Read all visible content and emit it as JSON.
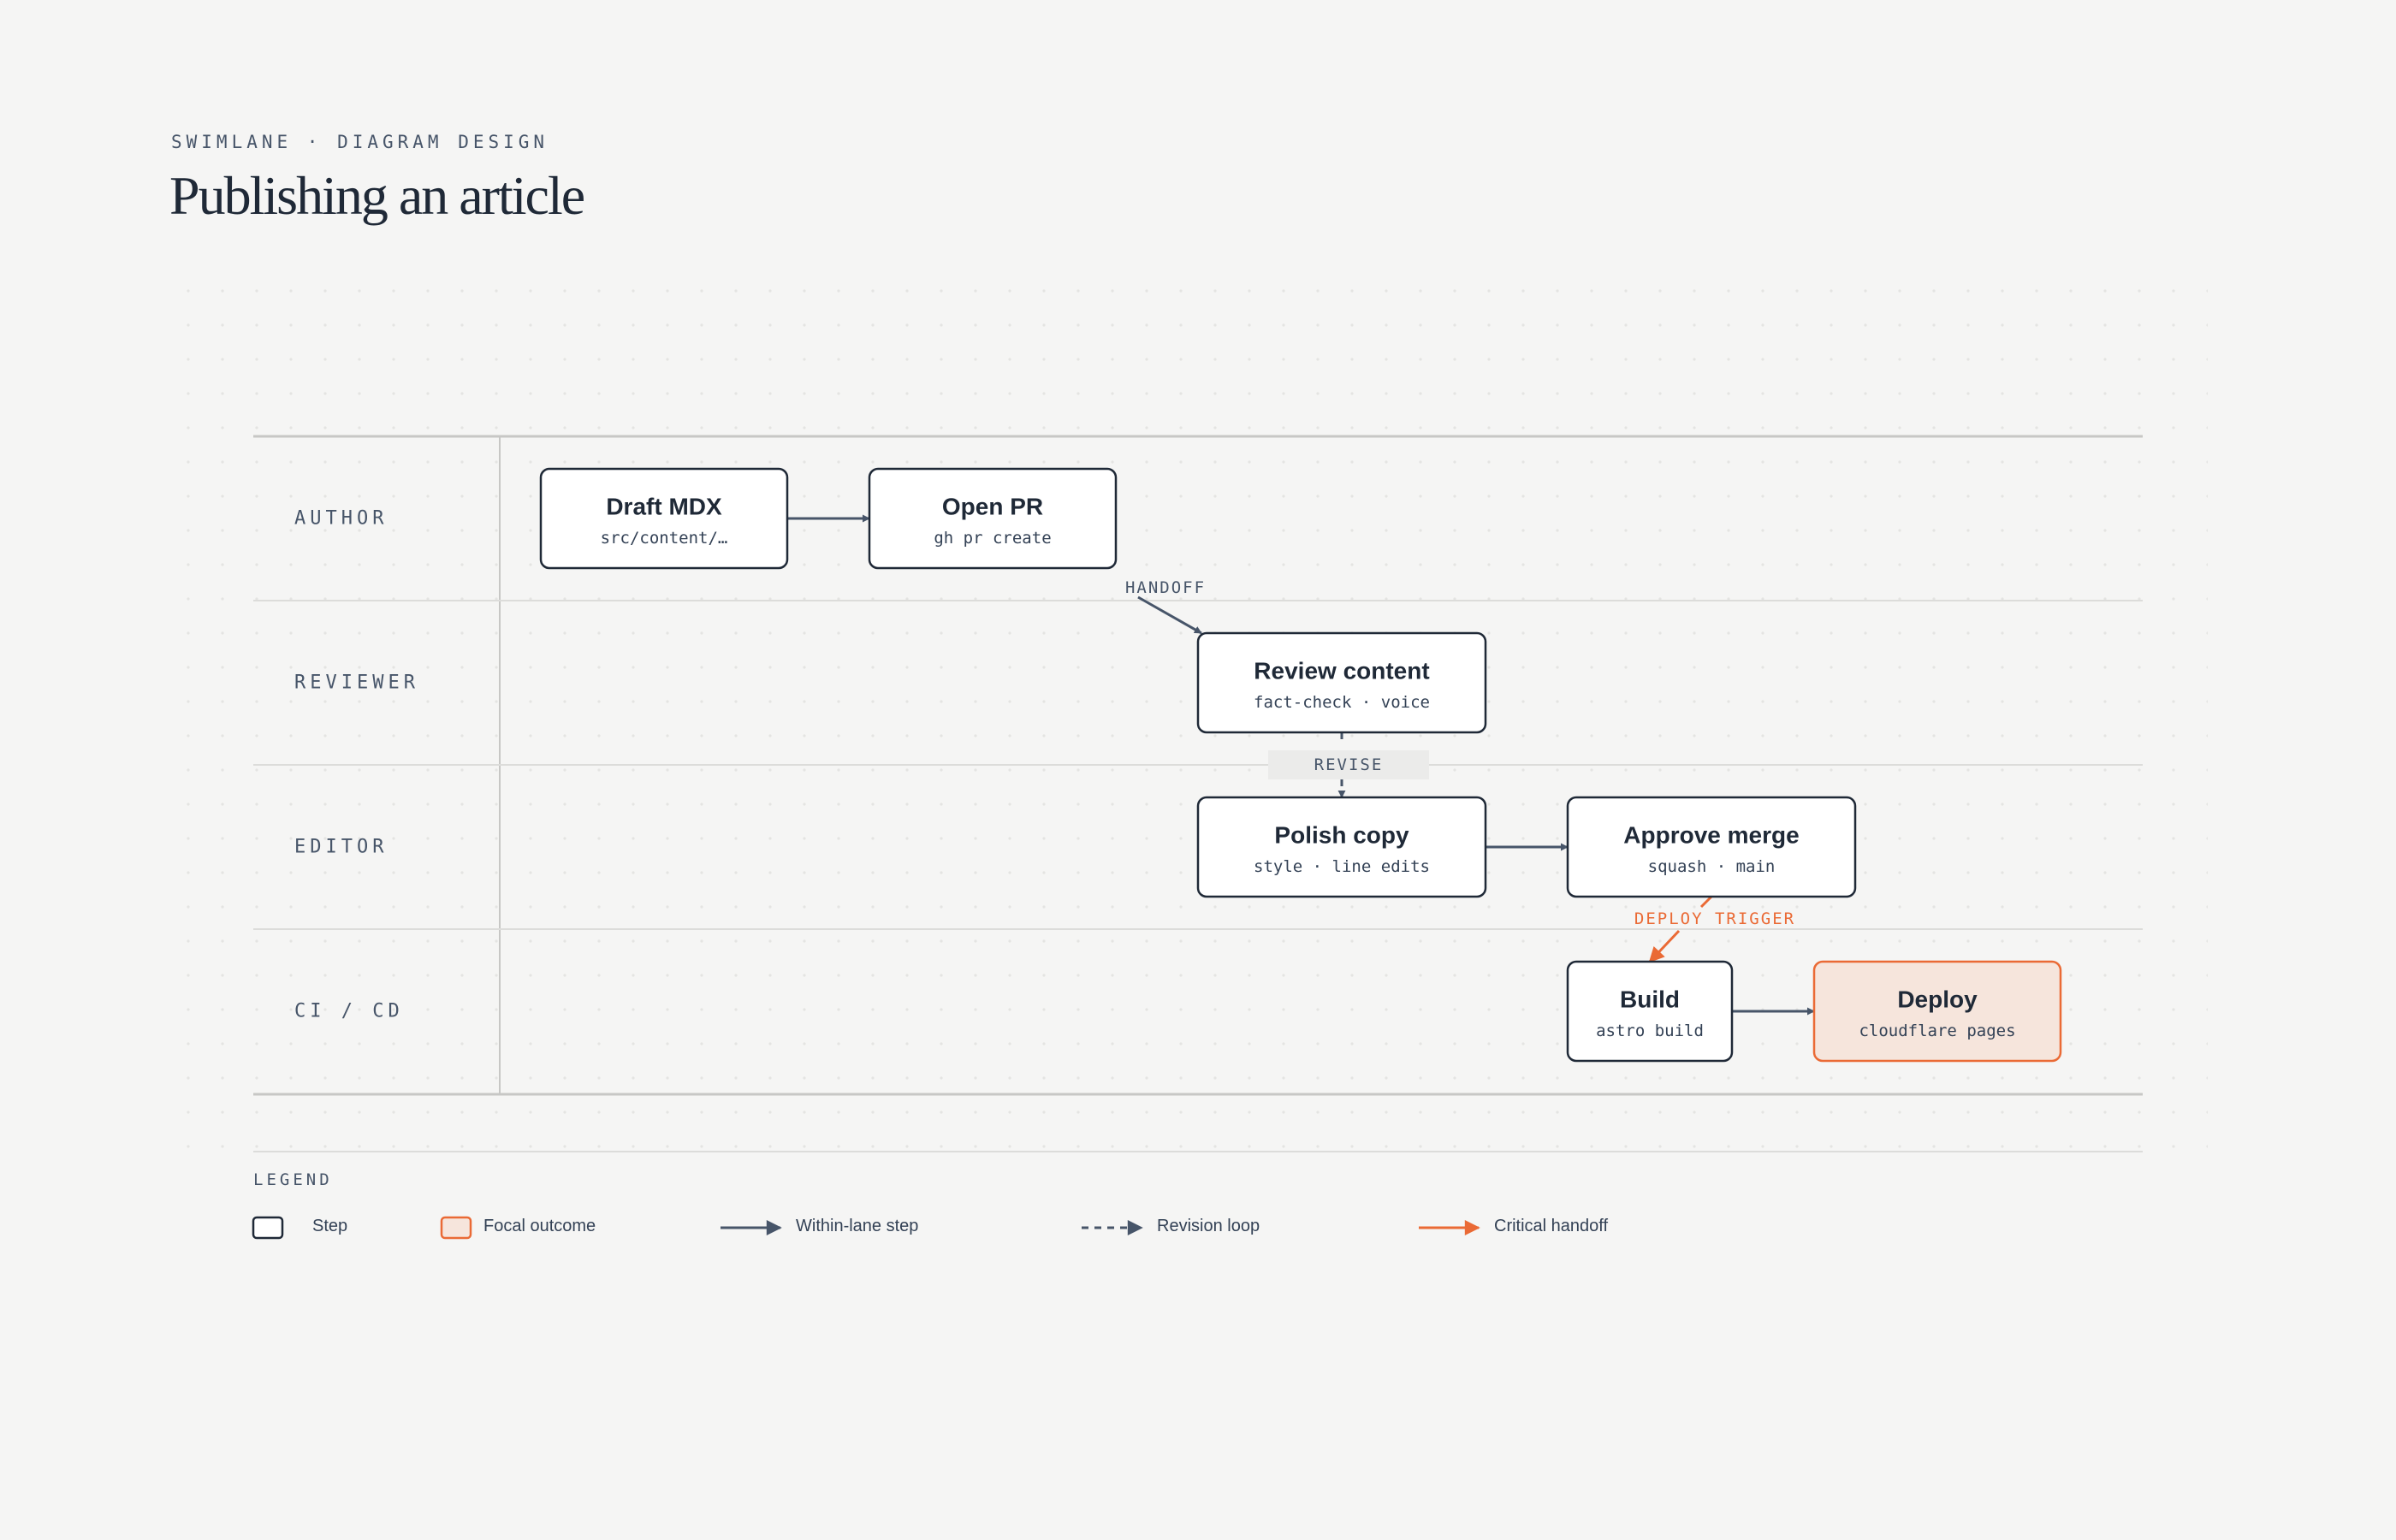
{
  "header": {
    "eyebrow": "SWIMLANE · DIAGRAM DESIGN",
    "title": "Publishing an article"
  },
  "lanes": [
    {
      "id": "author",
      "label": "AUTHOR"
    },
    {
      "id": "reviewer",
      "label": "REVIEWER"
    },
    {
      "id": "editor",
      "label": "EDITOR"
    },
    {
      "id": "cicd",
      "label": "CI / CD"
    }
  ],
  "nodes": [
    {
      "id": "draft",
      "lane": "author",
      "title": "Draft MDX",
      "subtitle": "src/content/…",
      "focal": false
    },
    {
      "id": "pr",
      "lane": "author",
      "title": "Open PR",
      "subtitle": "gh pr create",
      "focal": false
    },
    {
      "id": "review",
      "lane": "reviewer",
      "title": "Review content",
      "subtitle": "fact-check · voice",
      "focal": false
    },
    {
      "id": "polish",
      "lane": "editor",
      "title": "Polish copy",
      "subtitle": "style · line edits",
      "focal": false
    },
    {
      "id": "approve",
      "lane": "editor",
      "title": "Approve merge",
      "subtitle": "squash · main",
      "focal": false
    },
    {
      "id": "build",
      "lane": "cicd",
      "title": "Build",
      "subtitle": "astro build",
      "focal": false
    },
    {
      "id": "deploy",
      "lane": "cicd",
      "title": "Deploy",
      "subtitle": "cloudflare pages",
      "focal": true
    }
  ],
  "edges": [
    {
      "from": "draft",
      "to": "pr",
      "kind": "step",
      "label": ""
    },
    {
      "from": "pr",
      "to": "review",
      "kind": "step",
      "label": "HANDOFF"
    },
    {
      "from": "review",
      "to": "polish",
      "kind": "revision",
      "label": "REVISE"
    },
    {
      "from": "polish",
      "to": "approve",
      "kind": "step",
      "label": ""
    },
    {
      "from": "approve",
      "to": "build",
      "kind": "critical",
      "label": "DEPLOY TRIGGER"
    },
    {
      "from": "build",
      "to": "deploy",
      "kind": "step",
      "label": ""
    }
  ],
  "legend": {
    "title": "LEGEND",
    "items": [
      {
        "kind": "step-box",
        "label": "Step"
      },
      {
        "kind": "focal-box",
        "label": "Focal outcome"
      },
      {
        "kind": "step-arrow",
        "label": "Within-lane step"
      },
      {
        "kind": "revision-arrow",
        "label": "Revision loop"
      },
      {
        "kind": "critical-arrow",
        "label": "Critical handoff"
      }
    ]
  },
  "colors": {
    "ink": "#1f2937",
    "edge": "#475569",
    "accent": "#ea6a35",
    "focal_fill": "#f6e5dc",
    "node_fill": "#ffffff",
    "background": "#f5f5f4"
  }
}
